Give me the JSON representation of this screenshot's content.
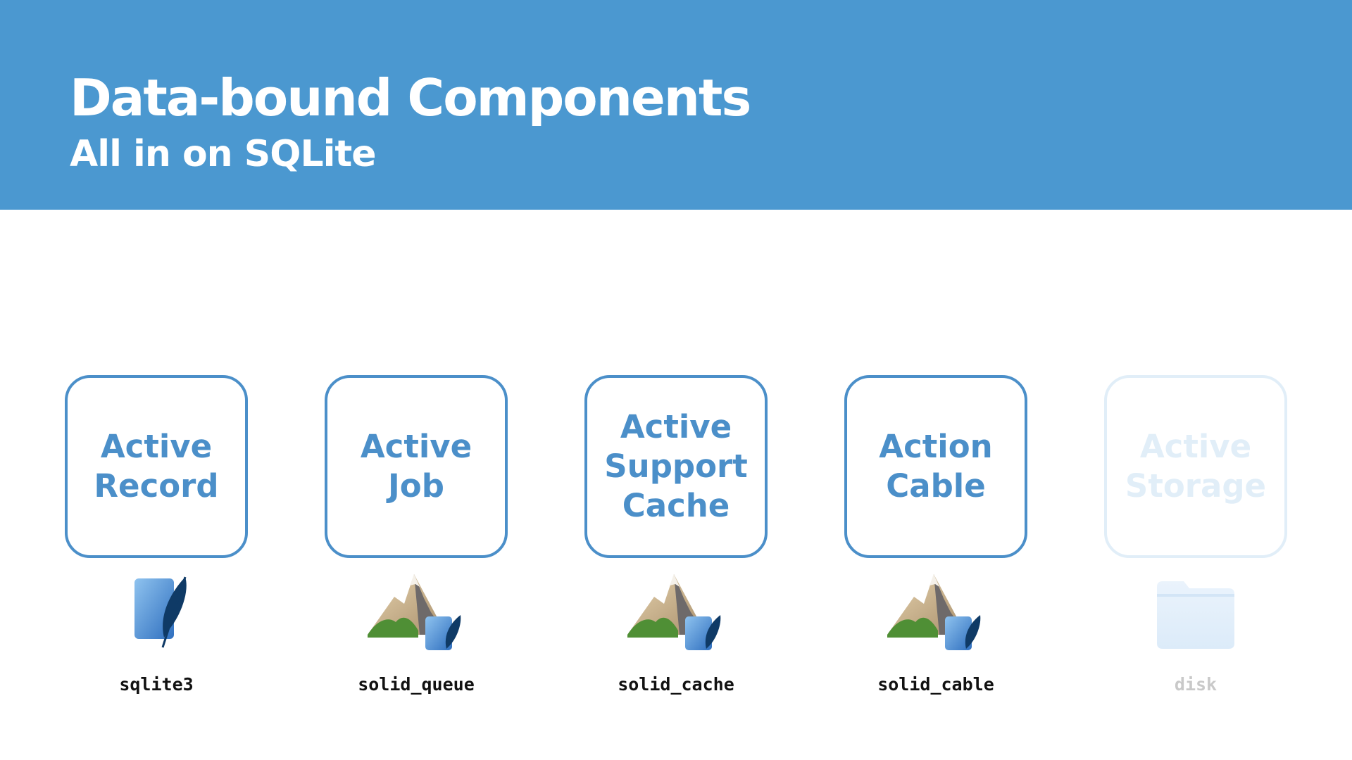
{
  "header": {
    "title": "Data-bound Components",
    "subtitle": "All in on SQLite"
  },
  "components": [
    {
      "label": "Active\nRecord",
      "adapter": "sqlite3",
      "icon": "sqlite-feather-icon"
    },
    {
      "label": "Active\nJob",
      "adapter": "solid_queue",
      "icon": "mountain-sqlite-icon"
    },
    {
      "label": "Active\nSupport\nCache",
      "adapter": "solid_cache",
      "icon": "mountain-sqlite-icon"
    },
    {
      "label": "Action\nCable",
      "adapter": "solid_cable",
      "icon": "mountain-sqlite-icon"
    },
    {
      "label": "Active\nStorage",
      "adapter": "disk",
      "icon": "folder-icon"
    }
  ],
  "colors": {
    "header_bg": "#4b98d0",
    "accent": "#4b8fc9",
    "faded": "#e1eef8"
  }
}
